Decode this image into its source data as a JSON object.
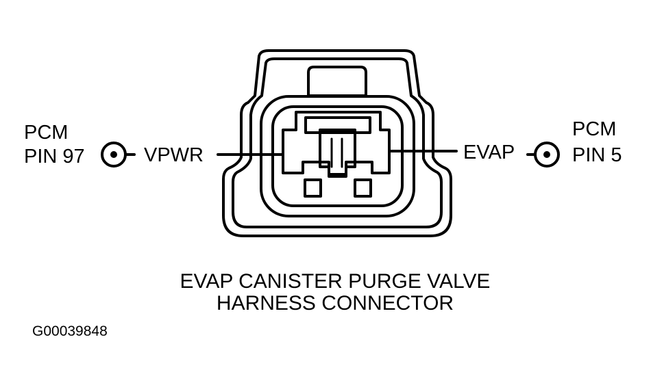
{
  "left_pin": {
    "line1": "PCM",
    "line2": "PIN 97",
    "signal": "VPWR"
  },
  "right_pin": {
    "line1": "PCM",
    "line2": "PIN 5",
    "signal": "EVAP"
  },
  "caption": {
    "line1": "EVAP CANISTER PURGE VALVE",
    "line2": "HARNESS CONNECTOR"
  },
  "figure_id": "G00039848",
  "colors": {
    "ink": "#000000",
    "paper": "#ffffff"
  }
}
